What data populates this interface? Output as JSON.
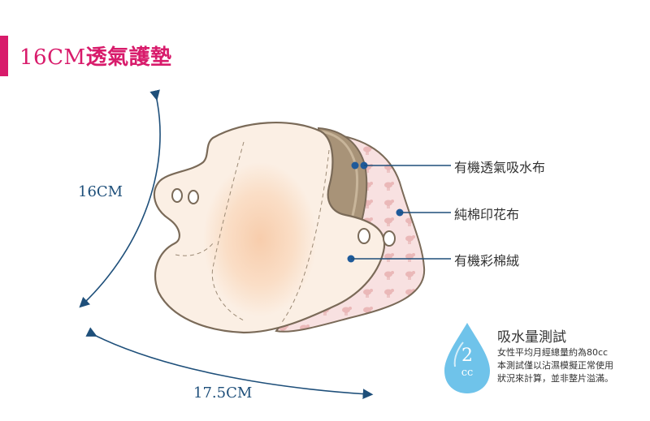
{
  "title": {
    "size": "16CM",
    "name": "透氣護墊"
  },
  "dimensions": {
    "height": "16CM",
    "width": "17.5CM"
  },
  "callouts": [
    {
      "label": "有機透氣吸水布"
    },
    {
      "label": "純棉印花布"
    },
    {
      "label": "有機彩棉絨"
    }
  ],
  "absorb_test": {
    "title": "吸水量測試",
    "amount": "2",
    "unit": "cc",
    "lines": [
      "女性平均月經總量約為80cc",
      "本測試僅以沾濕模擬正常使用",
      "狀況來計算，並非整片溢滿。"
    ]
  },
  "colors": {
    "accent": "#d81b6b",
    "line": "#1e4f7a",
    "drop": "#6fc3ea",
    "pad_outline": "#7a6a58",
    "pad_fill": "#fbefe4",
    "print_fabric": "#f6d6d6"
  }
}
